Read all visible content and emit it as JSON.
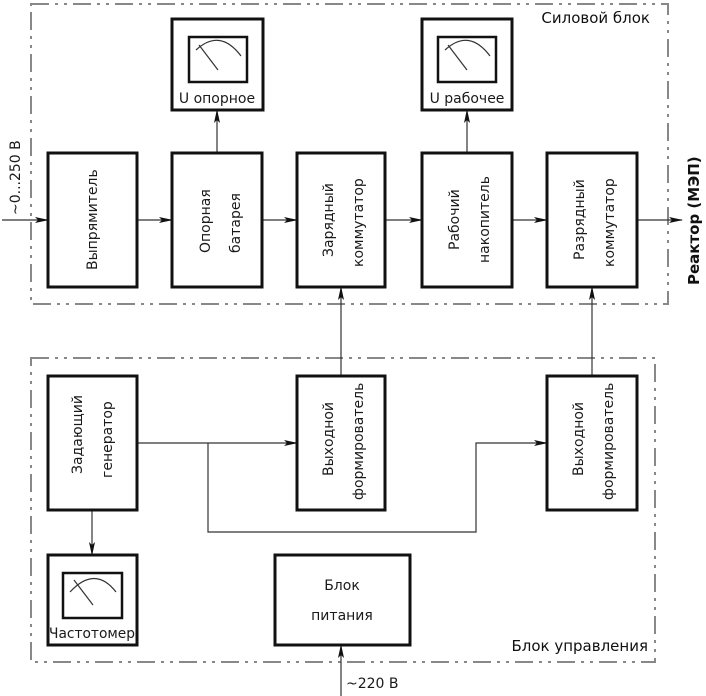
{
  "groups": {
    "power": {
      "label": "Силовой блок"
    },
    "control": {
      "label": "Блок управления"
    }
  },
  "inputs": {
    "power_in": "~0...250 В",
    "mains_in": "~220 В"
  },
  "output": {
    "label": "Реактор (МЭП)"
  },
  "blocks": {
    "rectifier": {
      "line1": "Выпрямитель",
      "line2": ""
    },
    "ref_battery": {
      "line1": "Опорная",
      "line2": "батарея"
    },
    "charge_switch": {
      "line1": "Зарядный",
      "line2": "коммутатор"
    },
    "work_storage": {
      "line1": "Рабочий",
      "line2": "накопитель"
    },
    "discharge_switch": {
      "line1": "Разрядный",
      "line2": "коммутатор"
    },
    "master_gen": {
      "line1": "Задающий",
      "line2": "генератор"
    },
    "out_former_1": {
      "line1": "Выходной",
      "line2": "формирователь"
    },
    "out_former_2": {
      "line1": "Выходной",
      "line2": "формирователь"
    },
    "power_supply": {
      "line1": "Блок",
      "line2": "питания"
    }
  },
  "meters": {
    "u_ref": "U опорное",
    "u_work": "U рабочее",
    "freq": "Частотомер"
  }
}
